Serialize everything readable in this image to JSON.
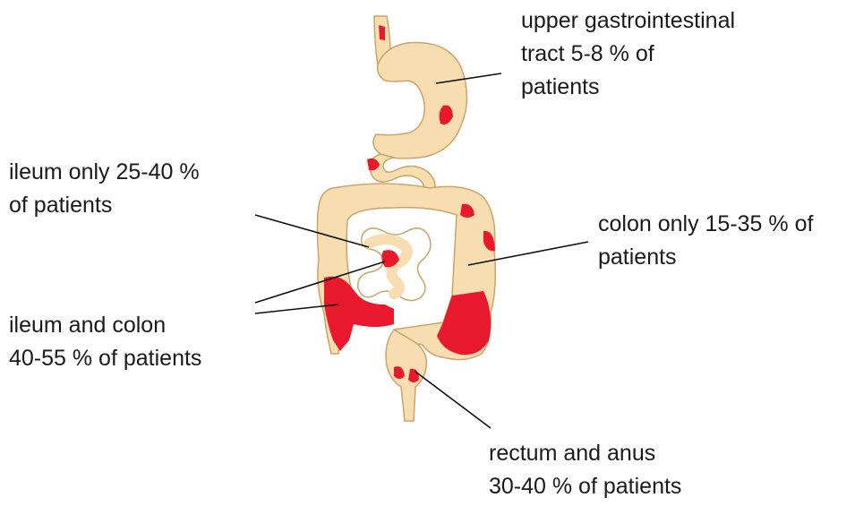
{
  "labels": {
    "upper_gi": {
      "line1": "upper gastrointestinal",
      "line2": "tract 5-8 % of",
      "line3": "patients"
    },
    "ileum_only": {
      "line1": "ileum only 25-40 %",
      "line2": "of patients"
    },
    "colon_only": {
      "line1": "colon only 15-35 % of",
      "line2": "patients"
    },
    "ileum_colon": {
      "line1": "ileum and colon",
      "line2": "40-55 % of patients"
    },
    "rectum_anus": {
      "line1": "rectum and anus",
      "line2": "30-40 % of patients"
    }
  },
  "colors": {
    "tissue": "#f8ddb0",
    "outline": "#c9a46a",
    "affected": "#e8192c",
    "leader": "#111111"
  }
}
